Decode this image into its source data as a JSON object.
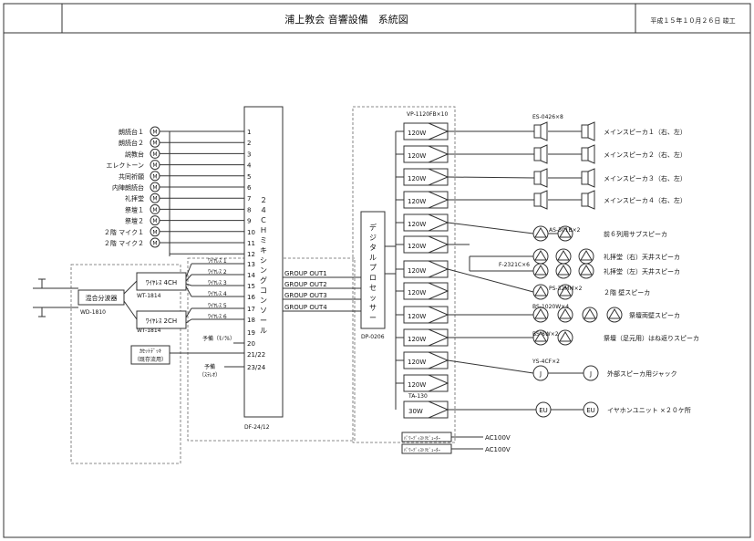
{
  "title": "浦上教会 音響設備　系統図",
  "completion": "平成１５年１０月２６日 竣工",
  "inputs": [
    {
      "num": "1",
      "label": "朗読台１"
    },
    {
      "num": "2",
      "label": "朗読台２"
    },
    {
      "num": "3",
      "label": "説教台"
    },
    {
      "num": "4",
      "label": "エレクトーン"
    },
    {
      "num": "5",
      "label": "共同祈願"
    },
    {
      "num": "6",
      "label": "内陣朗読台"
    },
    {
      "num": "7",
      "label": "礼拝堂"
    },
    {
      "num": "8",
      "label": "祭壇１"
    },
    {
      "num": "9",
      "label": "祭壇２"
    },
    {
      "num": "10",
      "label": "２階 マイク１"
    },
    {
      "num": "11",
      "label": "２階 マイク２"
    },
    {
      "num": "12",
      "label": ""
    }
  ],
  "mic_symbol": "M",
  "wireless_inputs": [
    {
      "num": "13",
      "label": "ﾜｲﾔﾚｽ 1"
    },
    {
      "num": "14",
      "label": "ﾜｲﾔﾚｽ 2"
    },
    {
      "num": "15",
      "label": "ﾜｲﾔﾚｽ 3"
    },
    {
      "num": "16",
      "label": "ﾜｲﾔﾚｽ 4"
    },
    {
      "num": "17",
      "label": "ﾜｲﾔﾚｽ 5"
    },
    {
      "num": "18",
      "label": "ﾜｲﾔﾚｽ 6"
    }
  ],
  "other_inputs": [
    {
      "num": "19",
      "label": "予備（ﾓﾉﾗﾙ）"
    },
    {
      "num": "20",
      "label": ""
    },
    {
      "num": "21/22",
      "label": ""
    },
    {
      "num": "23/24",
      "label": ""
    }
  ],
  "cassette": [
    "ｶｾｯﾄﾃﾞｯｷ",
    "（既存流用）"
  ],
  "spare_stereo": [
    "予備",
    "（ｽﾃﾚｵ）"
  ],
  "receiver_4ch": {
    "label": "ﾜｲﾔﾚｽ 4CH",
    "model": "WT-1814"
  },
  "receiver_2ch": {
    "label": "ﾜｲﾔﾚｽ 2CH",
    "model": "WT-1814"
  },
  "splitter": {
    "label": "混合分波器",
    "model": "WD-1810"
  },
  "console": {
    "label": "２４ＣＨミキシングコンソール",
    "model": "DF-24/12"
  },
  "group_outs": [
    "GROUP OUT1",
    "GROUP OUT2",
    "GROUP OUT3",
    "GROUP OUT4"
  ],
  "processor": {
    "label": "デジタルプロセッサー",
    "model": "DP-0206"
  },
  "amp_rack": {
    "model": "VP-1120FB×10",
    "amp_label": "120W"
  },
  "amp_30w": {
    "model": "TA-130",
    "label": "30W"
  },
  "power_dist": [
    {
      "label": "ﾊﾟﾜｰﾃﾞｨｽﾄﾘﾋﾞｭｰﾀｰ",
      "ac": "AC100V"
    },
    {
      "label": "ﾊﾟﾜｰﾃﾞｨｽﾄﾘﾋﾞｭｰﾀｰ",
      "ac": "AC100V"
    }
  ],
  "outputs": [
    {
      "model": "ES-0426×8",
      "label": "メインスピーカ１（右、左）"
    },
    {
      "model": "",
      "label": "メインスピーカ２（右、左）"
    },
    {
      "model": "",
      "label": "メインスピーカ３（右、左）"
    },
    {
      "model": "",
      "label": "メインスピーカ４（右、左）"
    },
    {
      "model": "AS-301B×2",
      "label": "前６列用サブスピーカ"
    },
    {
      "model": "F-2321C×6",
      "label": "礼拝堂（右）天井スピーカ"
    },
    {
      "model": "",
      "label": "礼拝堂（左）天井スピーカ"
    },
    {
      "model": "PS-32MM×2",
      "label": "２階 壁スピーカ"
    },
    {
      "model": "BS-1020W×4",
      "label": "祭壇両壁スピーカ"
    },
    {
      "model": "BS-8W×2",
      "label": "祭壇（足元用）はね返りスピーカ"
    },
    {
      "model": "YS-4CF×2",
      "label": "外部スピーカ用ジャック"
    },
    {
      "model": "",
      "label": "イヤホンユニット ×２０ケ所"
    }
  ],
  "jack_symbol": "J",
  "eu_symbol": "EU"
}
